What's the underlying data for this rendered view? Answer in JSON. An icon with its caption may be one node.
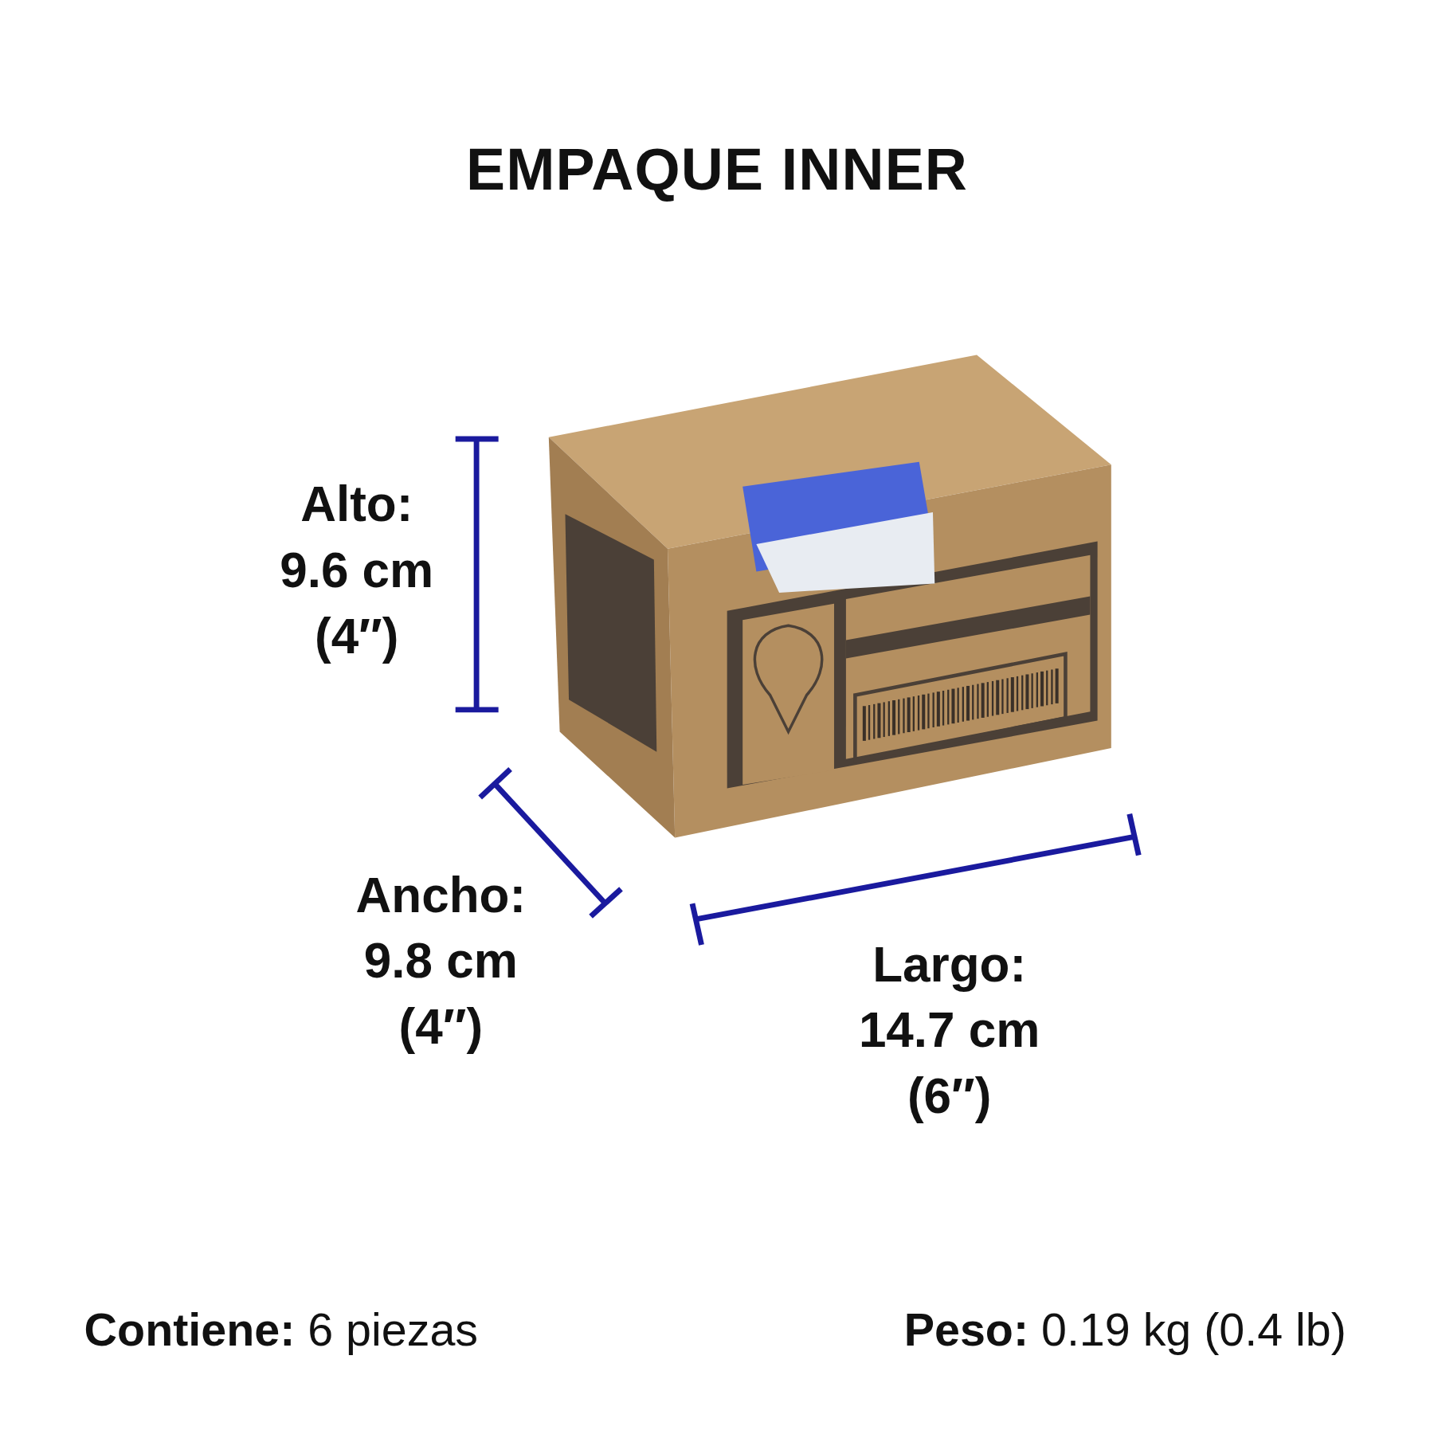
{
  "diagram": {
    "title": "EMPAQUE INNER",
    "labels": [
      "Alto: 9.6 cm (4″)",
      "Ancho: 9.8 cm (4″)",
      "Largo: 14.7 cm (6″)",
      "**Contiene:** 6 piezas",
      "**Peso:** 0.19 kg (0.4 lb)"
    ]
  }
}
